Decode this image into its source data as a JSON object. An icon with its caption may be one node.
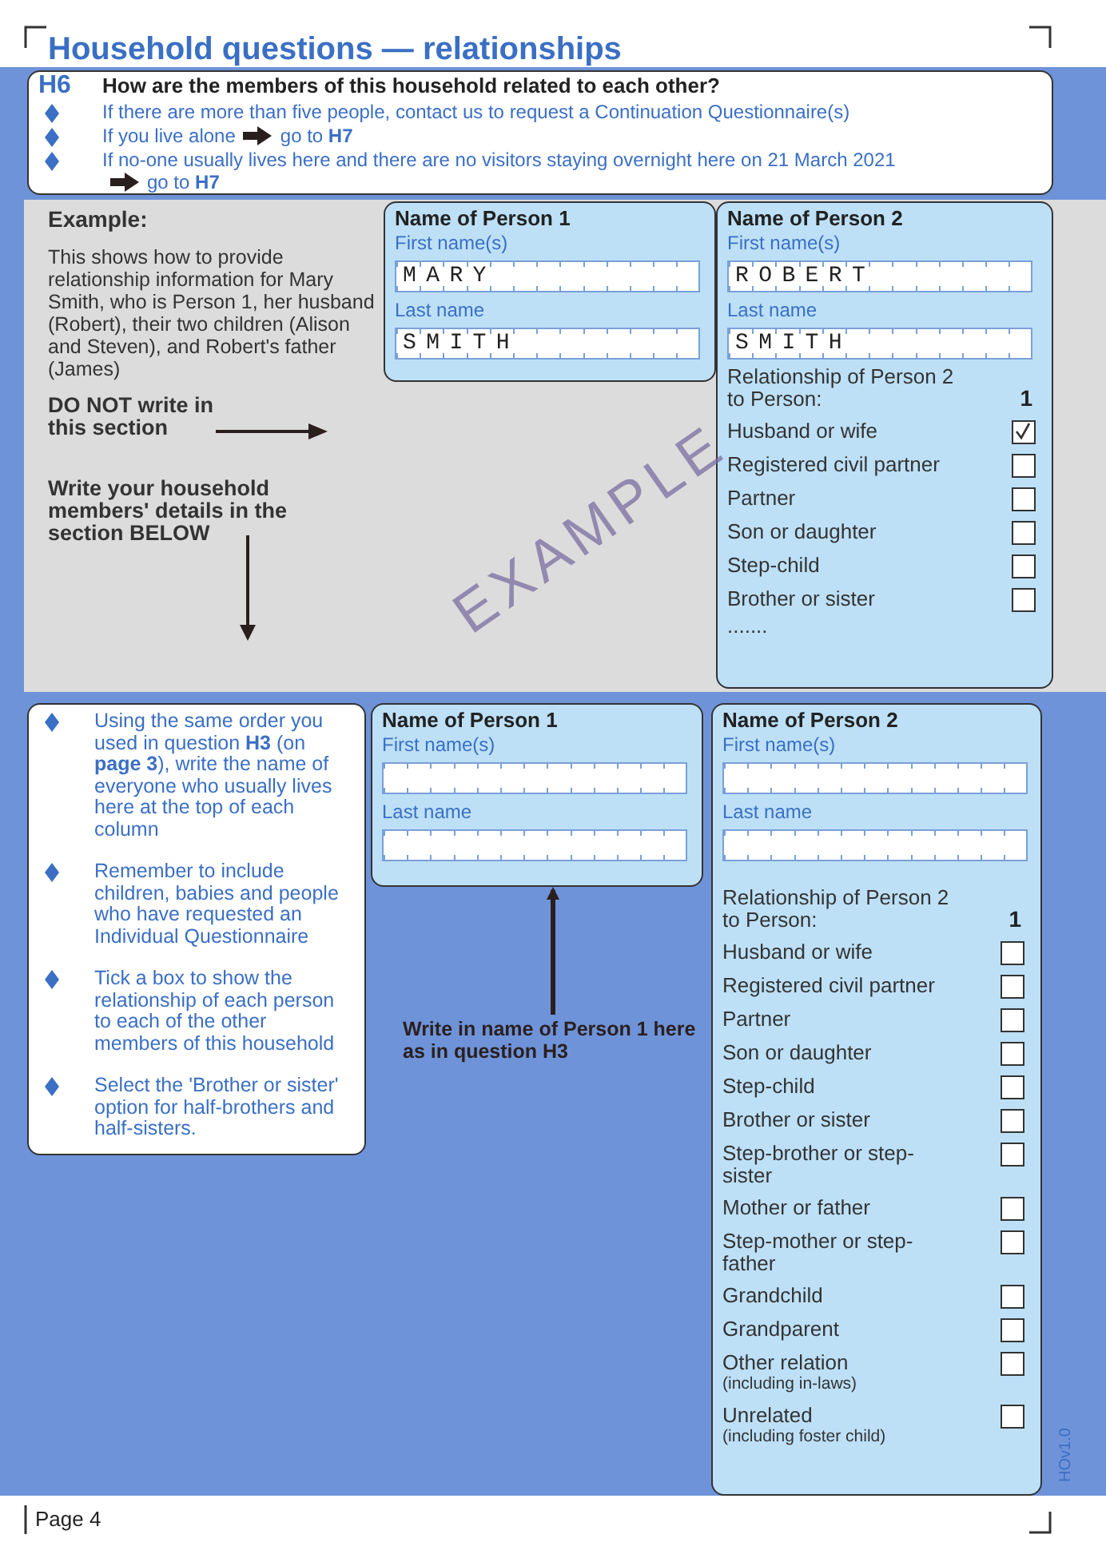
{
  "diagram": {
    "title": "Household questions — relationships",
    "nodes": [
      {
        "text": [
          "H6",
          "How are the members of this household related to each other?",
          "If there are more than five people, contact us to request a Continuation Questionnaire(s)",
          "If you live alone",
          "go to **H7**",
          "If no-one usually lives here and there are no visitors staying overnight here on 21 March 2021",
          "go to **H7**"
        ]
      },
      {
        "text": [
          "Example:",
          "This shows how to provide relationship information for Mary Smith, who is Person 1, her husband (Robert), their two children (Alison and Steven), and Robert's father (James)",
          "DO NOT write in this section",
          "Write your household members' details in the section BELOW"
        ]
      },
      {
        "text": [
          "Name of Person 1",
          "First name(s)",
          "MARY",
          "Last name",
          "SMITH"
        ],
        "in": 1
      },
      {
        "text": [
          "Name of Person 2",
          "First name(s)",
          "ROBERT",
          "Last name",
          "SMITH",
          "Relationship of Person 2 to Person:",
          "1",
          "Husband or wife",
          "Registered civil partner",
          "Partner",
          "Son or daughter",
          "Step-child",
          "Brother or sister",
          "......."
        ],
        "in": 1
      },
      {
        "text": [
          "Using the same order you used in question **H3** (on **page 3**), write the name of everyone who usually lives here at the top of each column",
          "Remember to include children, babies and people who have requested an Individual Questionnaire",
          "Tick a box to show the relationship of each person to each of the other members of this household",
          "Select the 'Brother or sister' option for half-brothers and half-sisters."
        ]
      },
      {
        "text": [
          "Name of Person 1",
          "First name(s)",
          "Last name"
        ]
      },
      {
        "text": [
          "Write in name of Person 1 here as in question H3"
        ]
      },
      {
        "text": [
          "Name of Person 2",
          "First name(s)",
          "Last name",
          "Relationship of Person 2 to Person:",
          "1",
          "Husband or wife",
          "Registered civil partner",
          "Partner",
          "Son or daughter",
          "Step-child",
          "Brother or sister",
          "Step-brother or step-sister",
          "Mother or father",
          "Step-mother or step-father",
          "Grandchild",
          "Grandparent",
          "Other relation",
          "(including in-laws)",
          "Unrelated",
          "(including foster child)"
        ]
      }
    ],
    "edges": [
      {
        "from": 6,
        "to": 5,
        "arrow": "to"
      }
    ],
    "labels": [
      "EXAMPLE",
      "HOv1.0",
      "Page 4"
    ]
  }
}
